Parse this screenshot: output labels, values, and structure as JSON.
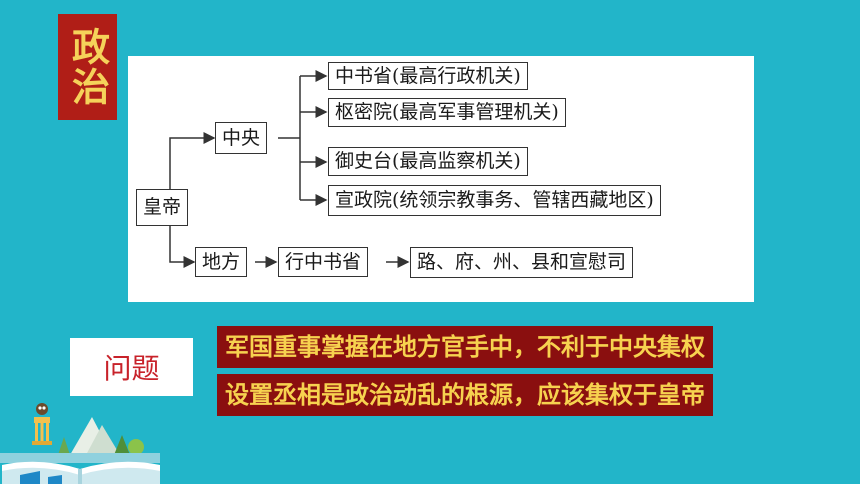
{
  "tag": "政治",
  "diagram": {
    "emperor": "皇帝",
    "central": "中央",
    "local": "地方",
    "zhongshu": "中书省(最高行政机关)",
    "shumi": "枢密院(最高军事管理机关)",
    "yushi": "御史台(最高监察机关)",
    "xuanzheng": "宣政院(统领宗教事务、管辖西藏地区)",
    "xingsheng": "行中书省",
    "lower": "路、府、州、县和宣慰司"
  },
  "question_label": "问题",
  "statements": [
    "军国重事掌握在地方官手中，不利于中央集权",
    "设置丞相是政治动乱的根源，应该集权于皇帝"
  ]
}
